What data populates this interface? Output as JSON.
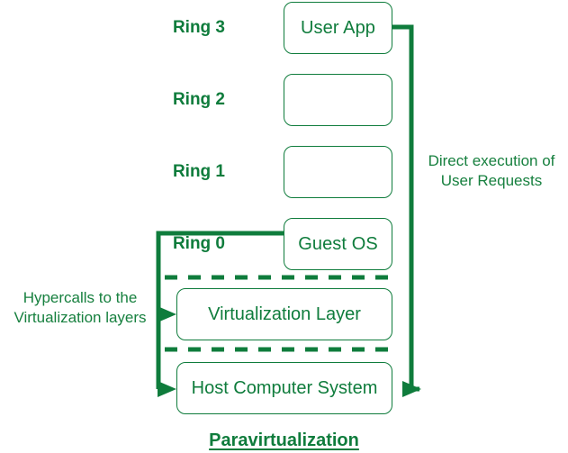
{
  "diagram": {
    "title": "Paravirtualization",
    "accent_color": "#0f7c3c",
    "background_color": "#ffffff",
    "rings": [
      {
        "label": "Ring 3",
        "box_text": "User App"
      },
      {
        "label": "Ring 2",
        "box_text": ""
      },
      {
        "label": "Ring 1",
        "box_text": ""
      },
      {
        "label": "Ring 0",
        "box_text": "Guest OS"
      }
    ],
    "layers": [
      {
        "name": "Virtualization Layer"
      },
      {
        "name": "Host Computer System"
      }
    ],
    "annotations": [
      {
        "name": "direct-execution",
        "text": "Direct execution of\nUser Requests"
      },
      {
        "name": "hypercalls",
        "text": "Hypercalls to the\nVirtualization layers"
      }
    ]
  }
}
